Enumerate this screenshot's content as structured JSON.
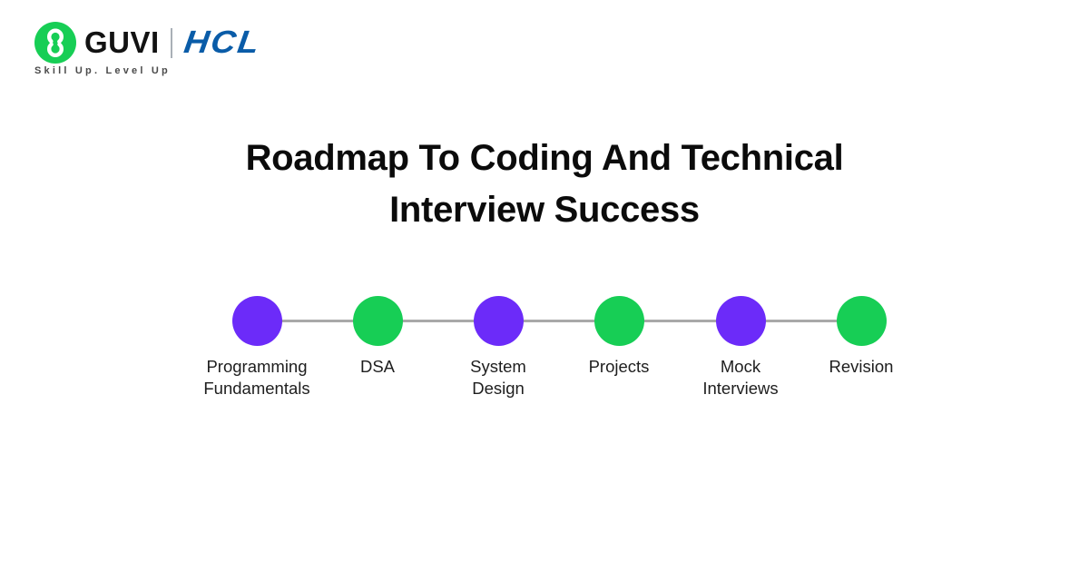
{
  "header": {
    "brand_wordmark": "GUVI",
    "partner_wordmark": "HCL",
    "tagline": "Skill Up. Level Up",
    "brand_green": "#17CE55",
    "partner_blue": "#0A5CA8"
  },
  "title": {
    "text": "Roadmap To Coding And Technical\nInterview Success"
  },
  "timeline": {
    "connector_color": "#A9A9A9",
    "node_colors": {
      "purple": "#6C2BF9",
      "green": "#17CE55"
    },
    "steps": [
      {
        "label": "Programming\nFundamentals",
        "color": "#6C2BF9"
      },
      {
        "label": "DSA",
        "color": "#17CE55"
      },
      {
        "label": "System\nDesign",
        "color": "#6C2BF9"
      },
      {
        "label": "Projects",
        "color": "#17CE55"
      },
      {
        "label": "Mock\nInterviews",
        "color": "#6C2BF9"
      },
      {
        "label": "Revision",
        "color": "#17CE55"
      }
    ]
  }
}
